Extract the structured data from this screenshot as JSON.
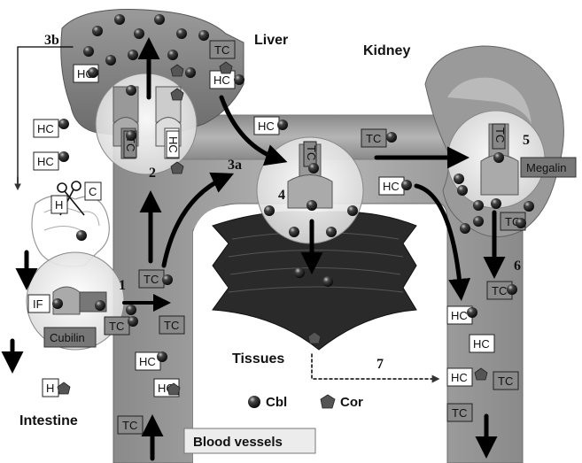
{
  "labels": {
    "liver": "Liver",
    "kidney": "Kidney",
    "intestine": "Intestine",
    "tissues": "Tissues",
    "blood_vessels": "Blood vessels",
    "cubilin": "Cubilin",
    "megalin": "Megalin"
  },
  "steps": {
    "s1": "1",
    "s2": "2",
    "s3a": "3a",
    "s3b": "3b",
    "s4": "4",
    "s5": "5",
    "s6": "6",
    "s7": "7"
  },
  "proteins": {
    "hc": "HC",
    "tc": "TC",
    "if": "IF",
    "h": "H",
    "c": "C"
  },
  "legend": {
    "cbl": "Cbl",
    "cor": "Cor"
  },
  "colors": {
    "vessel": "#9a9a9a",
    "organ": "#7d7d7d",
    "tc_box": "#8a8a8a",
    "hc_box": "#ffffff",
    "cbl_ball": "#1a1a1a",
    "cor_pentagon": "#555555"
  }
}
